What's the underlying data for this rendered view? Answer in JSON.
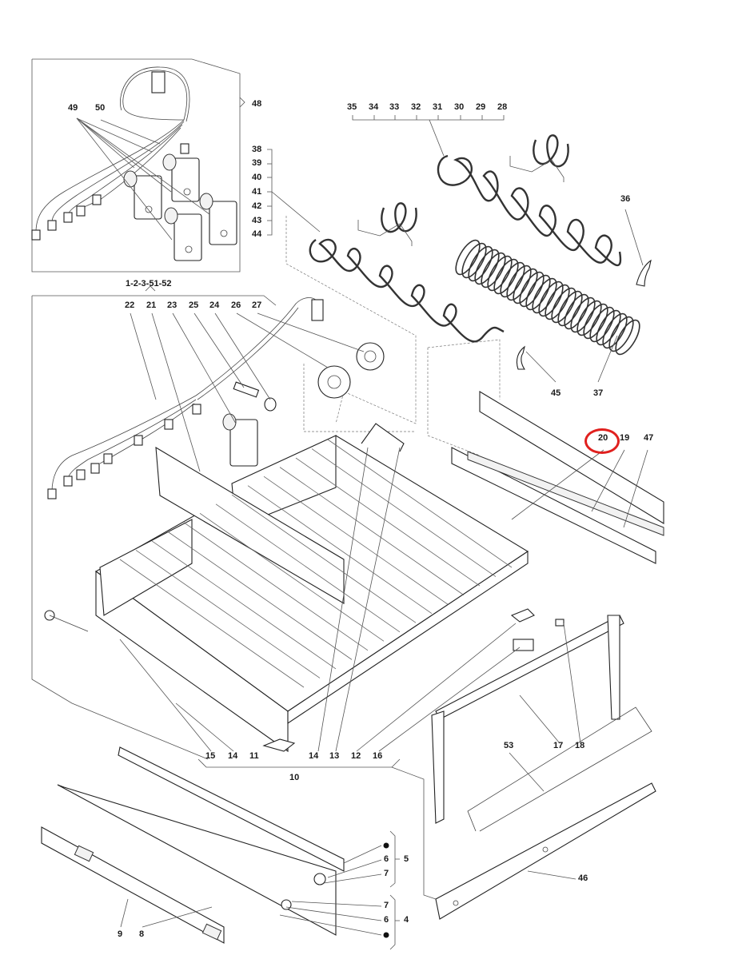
{
  "diagram": {
    "title": "Exploded parts view",
    "highlight_color": "#e0201e",
    "highlighted_callout": "20",
    "group_labels": {
      "motor_kit": "48",
      "assembly_top": "1-2-3-51-52",
      "tray_group": "10",
      "rail_group_5": "5",
      "rail_group_4": "4"
    },
    "callouts": {
      "c49": "49",
      "c50": "50",
      "c48": "48",
      "c38": "38",
      "c39": "39",
      "c40": "40",
      "c41": "41",
      "c42": "42",
      "c43": "43",
      "c44": "44",
      "c35": "35",
      "c34": "34",
      "c33": "33",
      "c32": "32",
      "c31": "31",
      "c30": "30",
      "c29": "29",
      "c28": "28",
      "c36": "36",
      "c45": "45",
      "c37": "37",
      "c22": "22",
      "c21": "21",
      "c23": "23",
      "c25": "25",
      "c24": "24",
      "c26": "26",
      "c27": "27",
      "c20": "20",
      "c19": "19",
      "c47": "47",
      "c15": "15",
      "c14a": "14",
      "c11": "11",
      "c14b": "14",
      "c13": "13",
      "c12": "12",
      "c16": "16",
      "c10": "10",
      "c17": "17",
      "c18": "18",
      "c53": "53",
      "c6a": "6",
      "c7a": "7",
      "c5": "5",
      "c7b": "7",
      "c6b": "6",
      "c4": "4",
      "c46": "46",
      "c9": "9",
      "c8": "8"
    }
  }
}
